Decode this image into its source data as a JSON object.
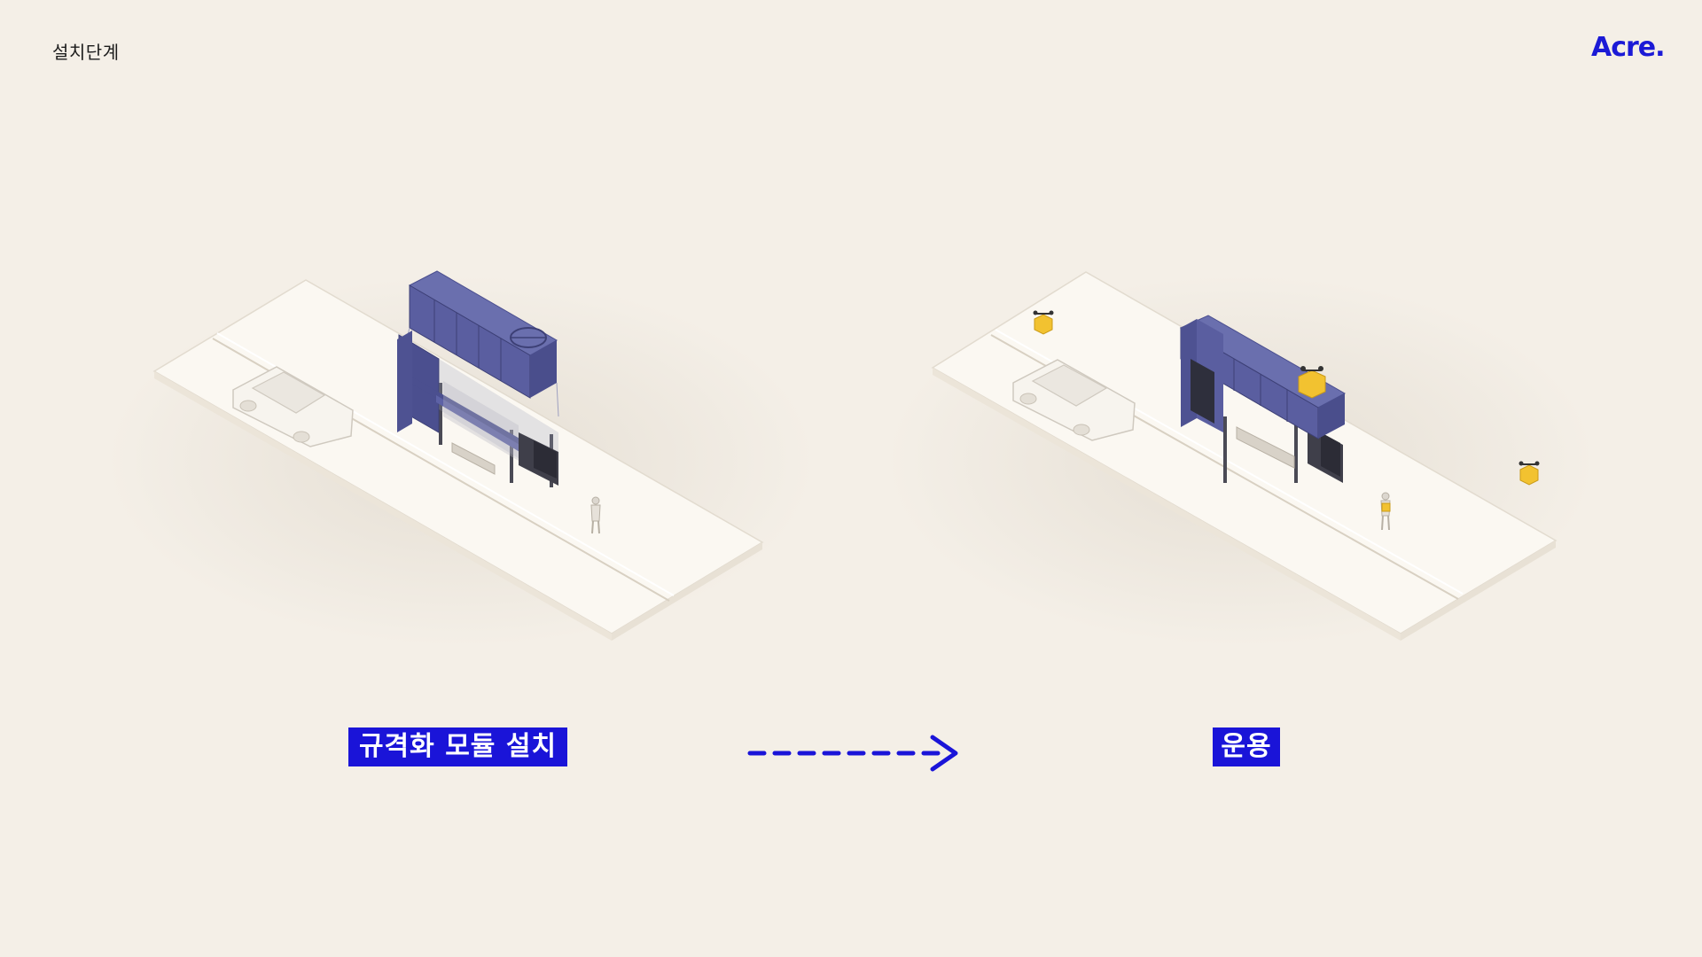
{
  "header": {
    "title": "설치단계",
    "logo_text": "Acre."
  },
  "stages": [
    {
      "label": "규격화 모듈 설치"
    },
    {
      "label": "운용"
    }
  ],
  "colors": {
    "background": "#f4efe7",
    "accent": "#1a14d8",
    "module": "#5a5ea0",
    "drone": "#f2c230"
  },
  "icons": {
    "arrow": "dashed-arrow-right-icon",
    "drone": "drone-icon",
    "car": "car-icon",
    "person": "person-icon"
  }
}
